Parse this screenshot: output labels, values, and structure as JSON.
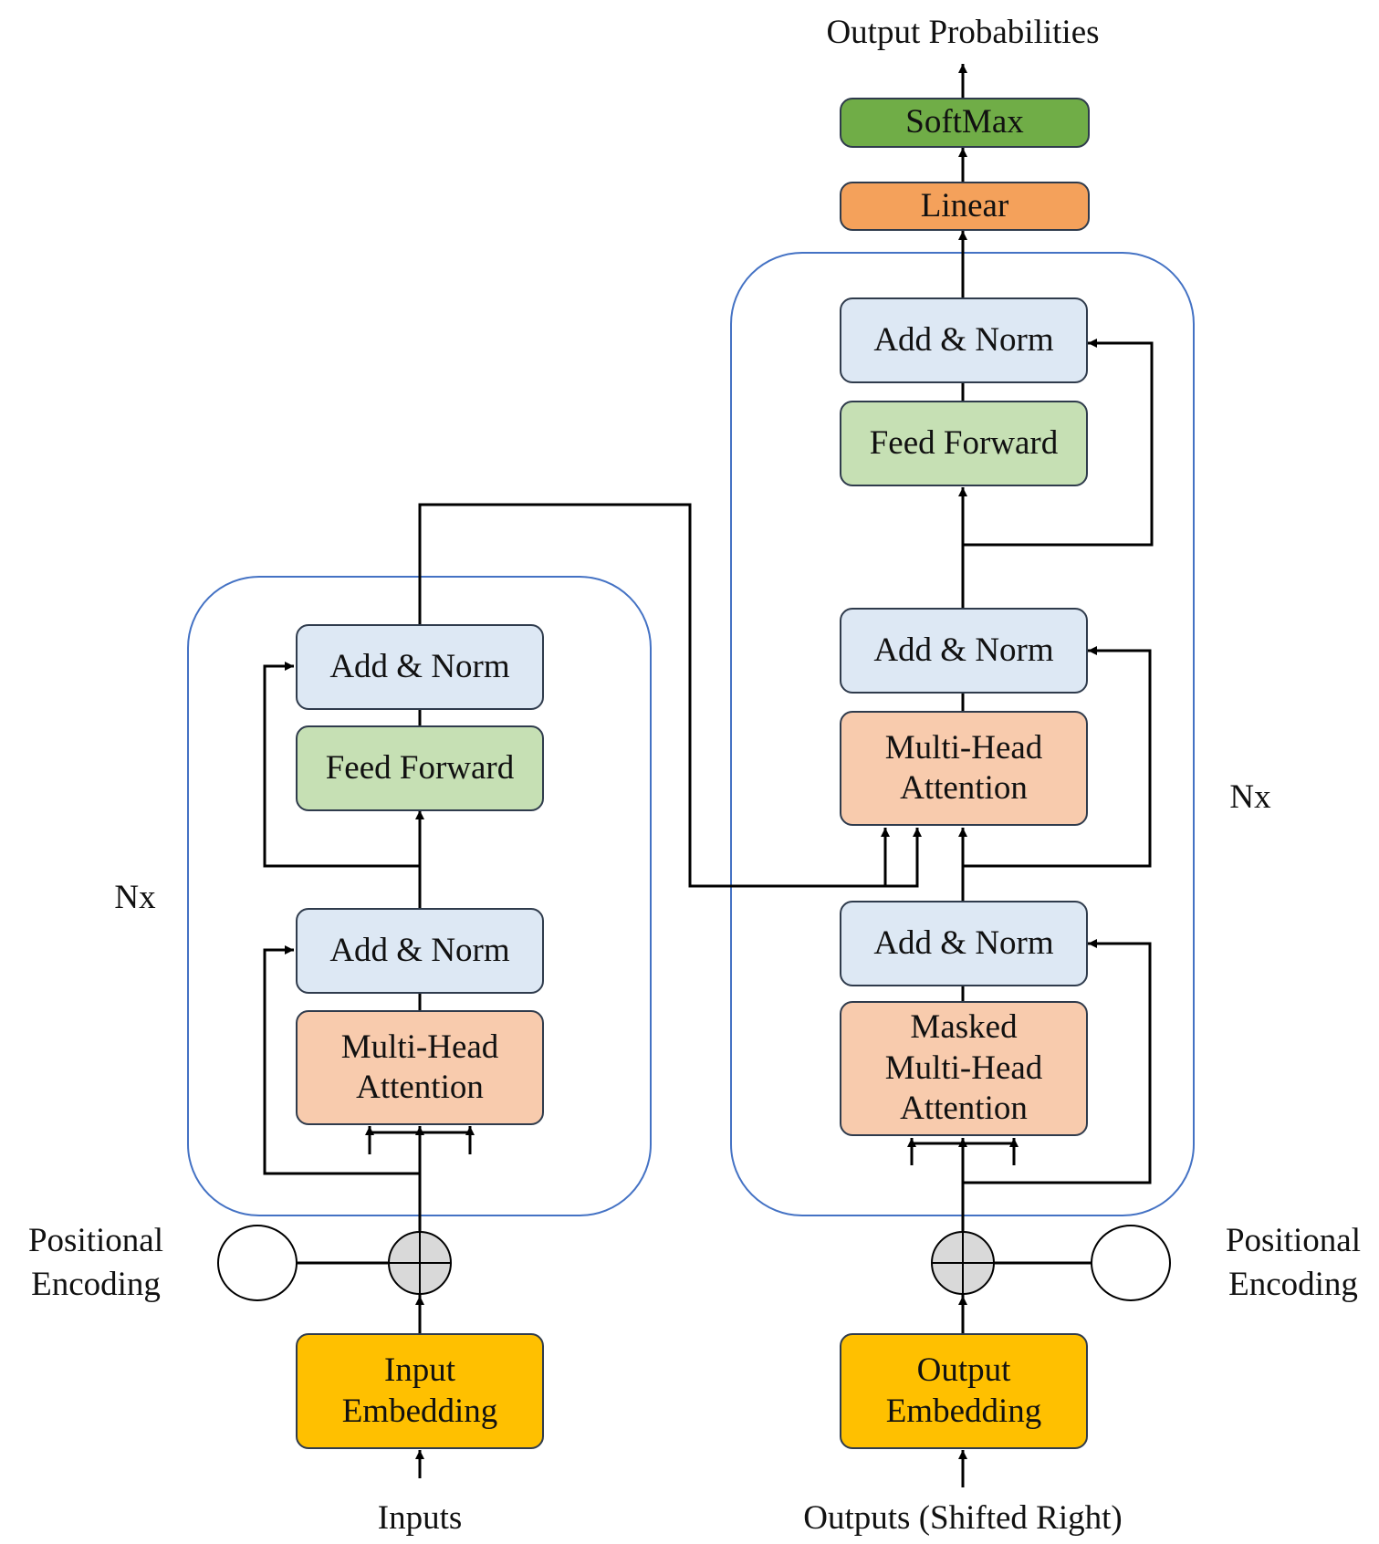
{
  "encoder": {
    "add_norm_top": "Add & Norm",
    "feed_forward": "Feed Forward",
    "add_norm_bottom": "Add & Norm",
    "attention": "Multi-Head\nAttention",
    "repeat": "Nx"
  },
  "decoder": {
    "add_norm_top": "Add & Norm",
    "feed_forward": "Feed Forward",
    "add_norm_mid": "Add & Norm",
    "cross_attention": "Multi-Head\nAttention",
    "add_norm_bottom": "Add & Norm",
    "masked_attention": "Masked\nMulti-Head\nAttention",
    "repeat": "Nx"
  },
  "head": {
    "linear": "Linear",
    "softmax": "SoftMax",
    "output": "Output Probabilities"
  },
  "input_embedding": "Input\nEmbedding",
  "output_embedding": "Output\nEmbedding",
  "inputs": "Inputs",
  "outputs": "Outputs (Shifted Right)",
  "positional_left": "Positional\nEncoding",
  "positional_right": "Positional\nEncoding",
  "colors": {
    "add_norm": "#dde8f4",
    "feed_forward": "#c6e0b4",
    "attention": "#f8cbad",
    "embedding": "#ffc000",
    "linear": "#f4a15b",
    "softmax": "#70ad47",
    "stack_border": "#4472c4"
  }
}
